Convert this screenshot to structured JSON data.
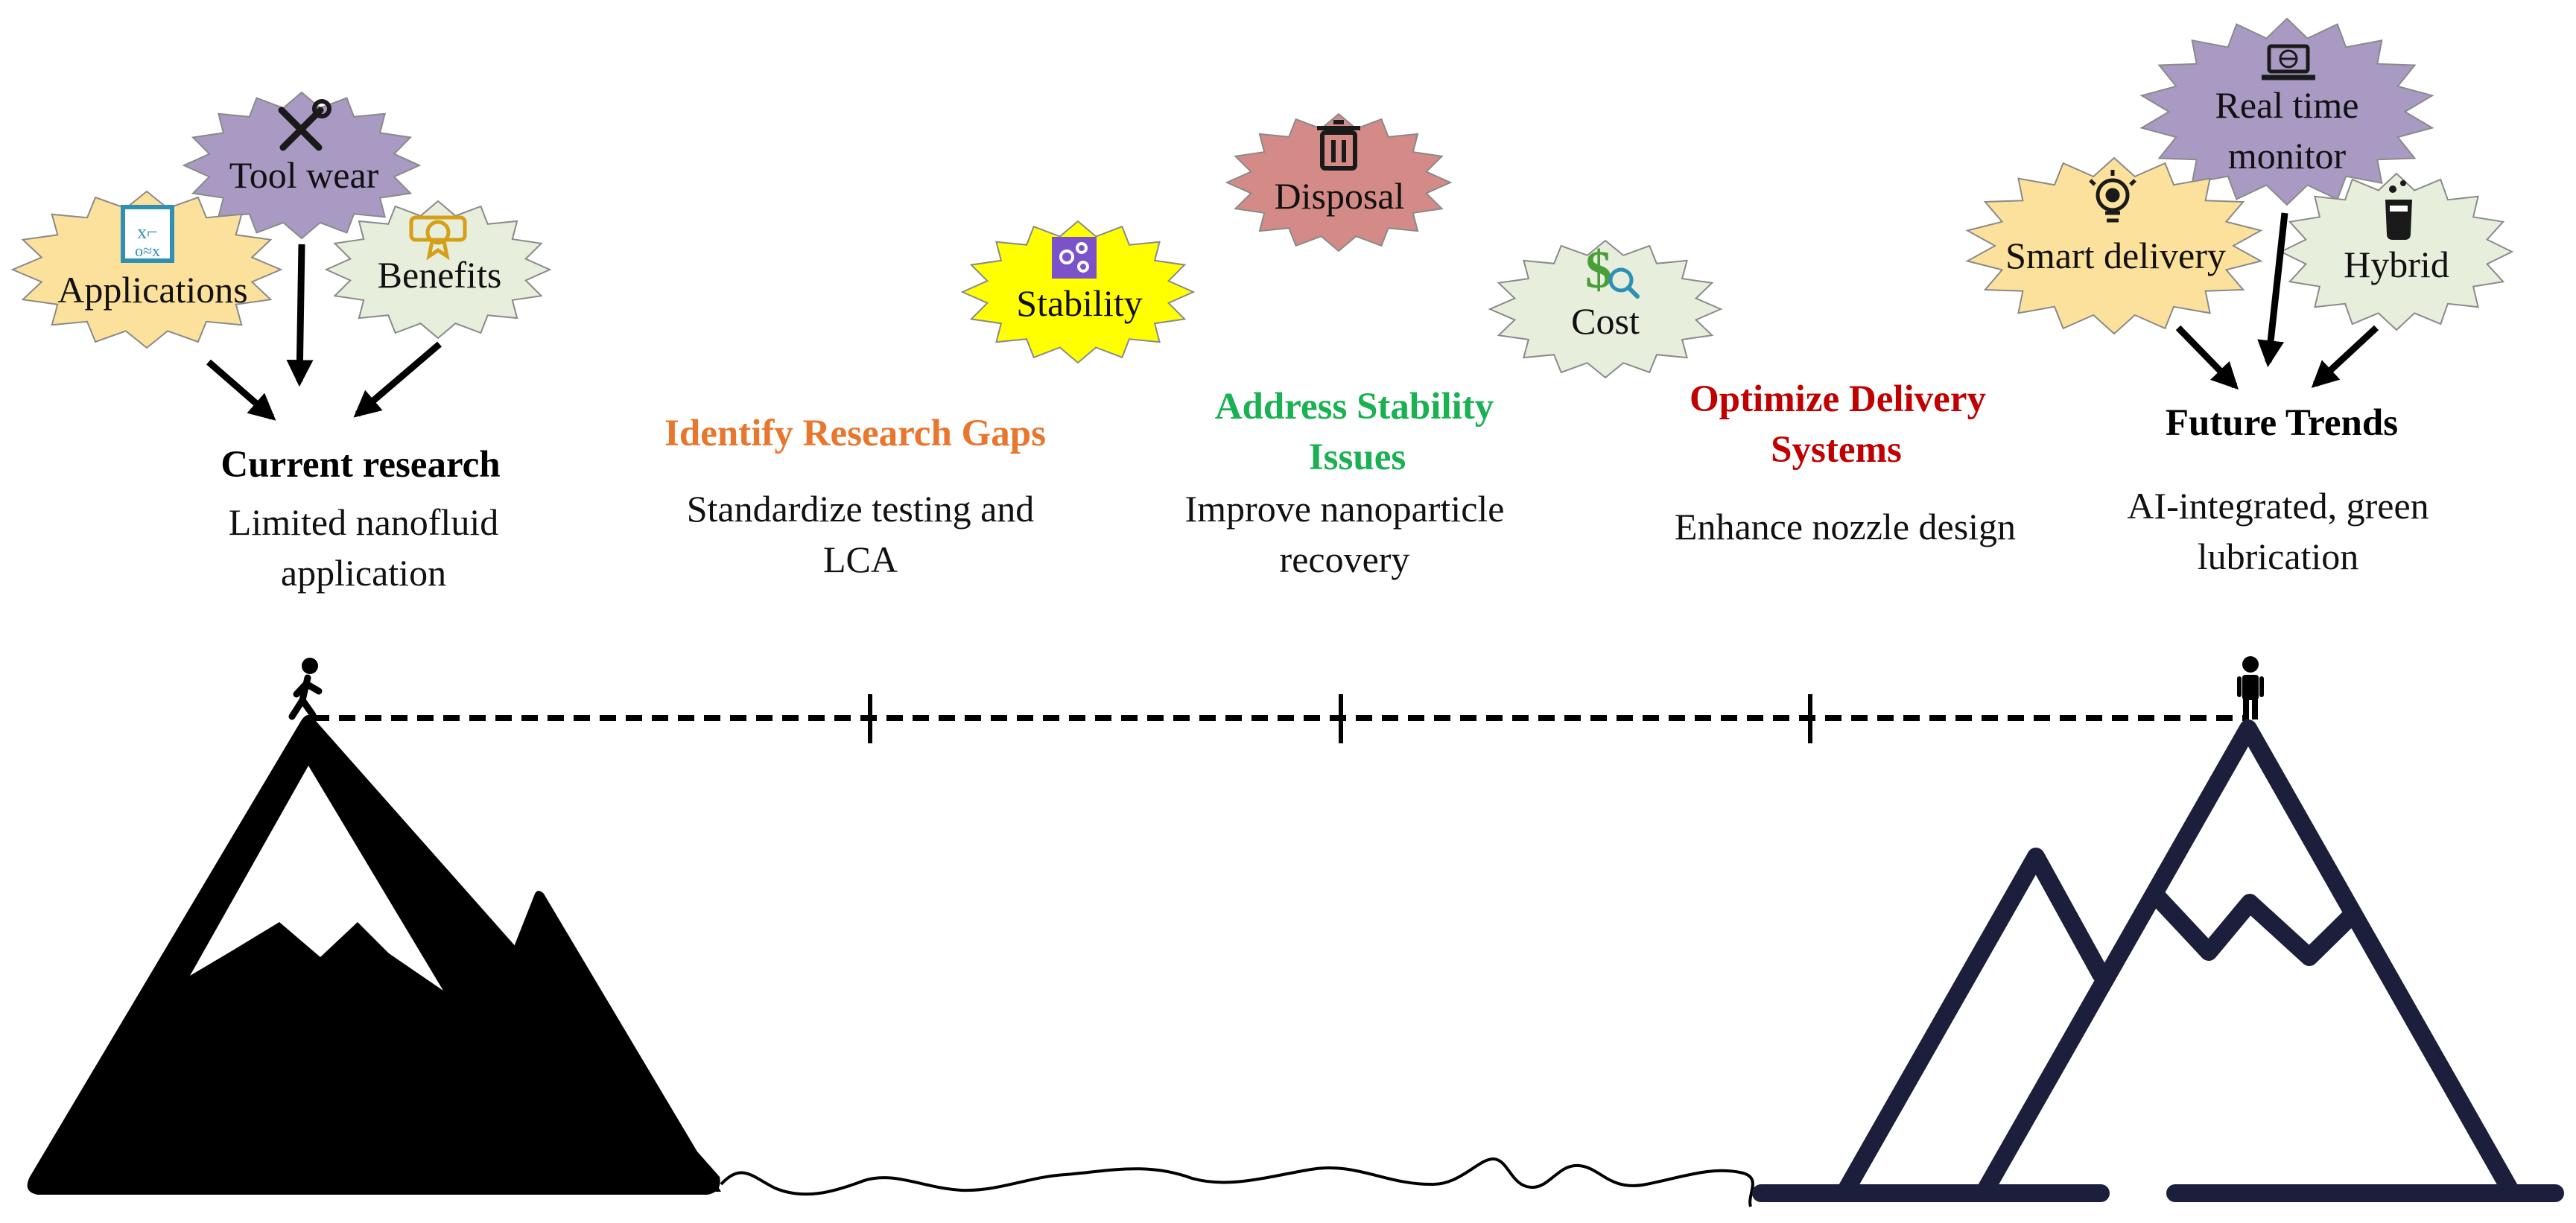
{
  "colors": {
    "purple": "#a99ac4",
    "yellow_light": "#fbe19b",
    "green_light": "#e7eedb",
    "yellow_bright": "#ffff00",
    "rose": "#d48b87",
    "head_orange": "#e8762c",
    "head_green": "#1ab153",
    "head_red": "#c00000",
    "navy": "#1b1f3b",
    "black": "#000000"
  },
  "bursts": {
    "tool_wear": "Tool wear",
    "applications": "Applications",
    "benefits": "Benefits",
    "stability": "Stability",
    "disposal": "Disposal",
    "cost": "Cost",
    "real_time_1": "Real time",
    "real_time_2": "monitor",
    "smart_delivery": "Smart delivery",
    "hybrid": "Hybrid"
  },
  "icons": {
    "tool_wear": "wrench-screwdriver-icon",
    "applications": "blueprint-icon",
    "benefits": "certificate-icon",
    "stability": "molecule-icon",
    "disposal": "trash-icon",
    "cost": "dollar-search-icon",
    "real_time": "laptop-globe-icon",
    "smart_delivery": "lightbulb-gear-icon",
    "hybrid": "beaker-icon",
    "walker": "walking-person-icon",
    "standing": "standing-person-icon"
  },
  "stages": {
    "current": {
      "title": "Current research",
      "desc_1": "Limited nanofluid",
      "desc_2": "application"
    },
    "gaps": {
      "title": "Identify Research Gaps",
      "desc_1": "Standardize testing and",
      "desc_2": "LCA"
    },
    "stability": {
      "title_1": "Address Stability",
      "title_2": "Issues",
      "desc_1": "Improve nanoparticle",
      "desc_2": "recovery"
    },
    "delivery": {
      "title_1": "Optimize Delivery",
      "title_2": "Systems",
      "desc_1": "Enhance nozzle design"
    },
    "future": {
      "title": "Future Trends",
      "desc_1": "AI-integrated, green",
      "desc_2": "lubrication"
    }
  }
}
